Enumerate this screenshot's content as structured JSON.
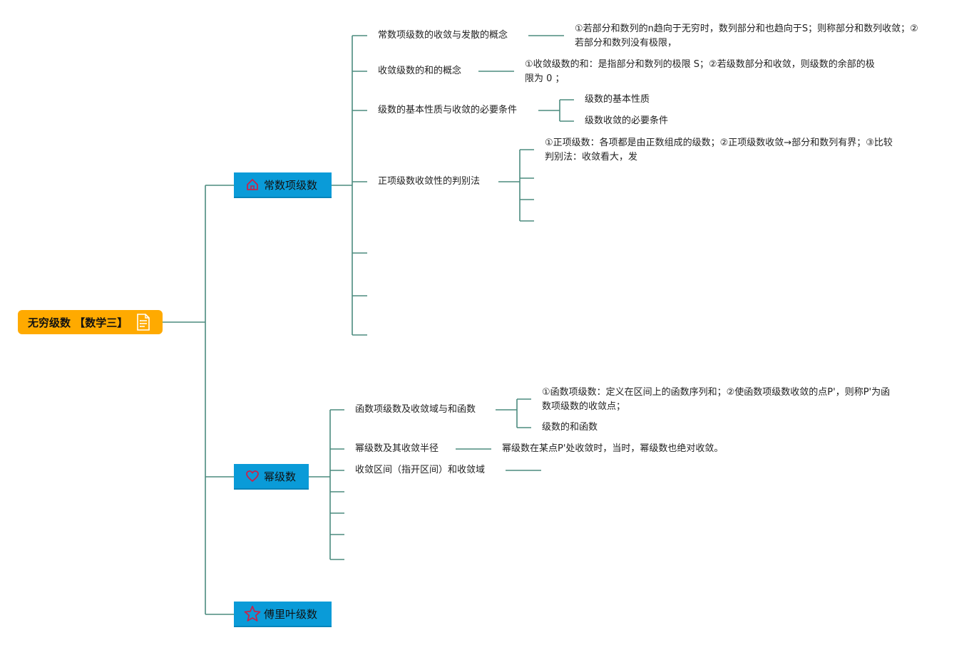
{
  "root": {
    "label": "无穷级数 【数学三】",
    "icon": "document-icon"
  },
  "colors": {
    "root": "#ffaa00",
    "branch": "#0a9bd8",
    "connector": "#4b8b7e"
  },
  "branches": [
    {
      "label": "常数项级数",
      "icon": "home-icon",
      "children": [
        {
          "label": "常数项级数的收敛与发散的概念",
          "notes": [
            "①若部分和数列的n趋向于无穷时，数列部分和也趋向于S；则称部分和数列收敛；②若部分和数列没有极限，"
          ]
        },
        {
          "label": "收敛级数的和的概念",
          "notes": [
            "①收敛级数的和：是指部分和数列的极限 S；②若级数部分和收敛，则级数的余部的极限为 0 ；"
          ]
        },
        {
          "label": "级数的基本性质与收敛的必要条件",
          "notes": [
            "级数的基本性质",
            "级数收敛的必要条件"
          ]
        },
        {
          "label": "正项级数收敛性的判别法",
          "notes": [
            "①正项级数：各项都是由正数组成的级数；②正项级数收敛→部分和数列有界；③比较判别法：收敛看大，发"
          ]
        }
      ]
    },
    {
      "label": "幂级数",
      "icon": "heart-icon",
      "children": [
        {
          "label": "函数项级数及收敛域与和函数",
          "notes": [
            "①函数项级数：定义在区间上的函数序列和；②使函数项级数收敛的点P'，则称P'为函数项级数的收敛点；",
            "级数的和函数"
          ]
        },
        {
          "label": "幂级数及其收敛半径",
          "notes": [
            "幂级数在某点P'处收敛时，当时，幂级数也绝对收敛。"
          ]
        },
        {
          "label": "收敛区间（指开区间）和收敛域",
          "notes": []
        }
      ]
    },
    {
      "label": "傅里叶级数",
      "icon": "star-icon",
      "children": []
    }
  ]
}
